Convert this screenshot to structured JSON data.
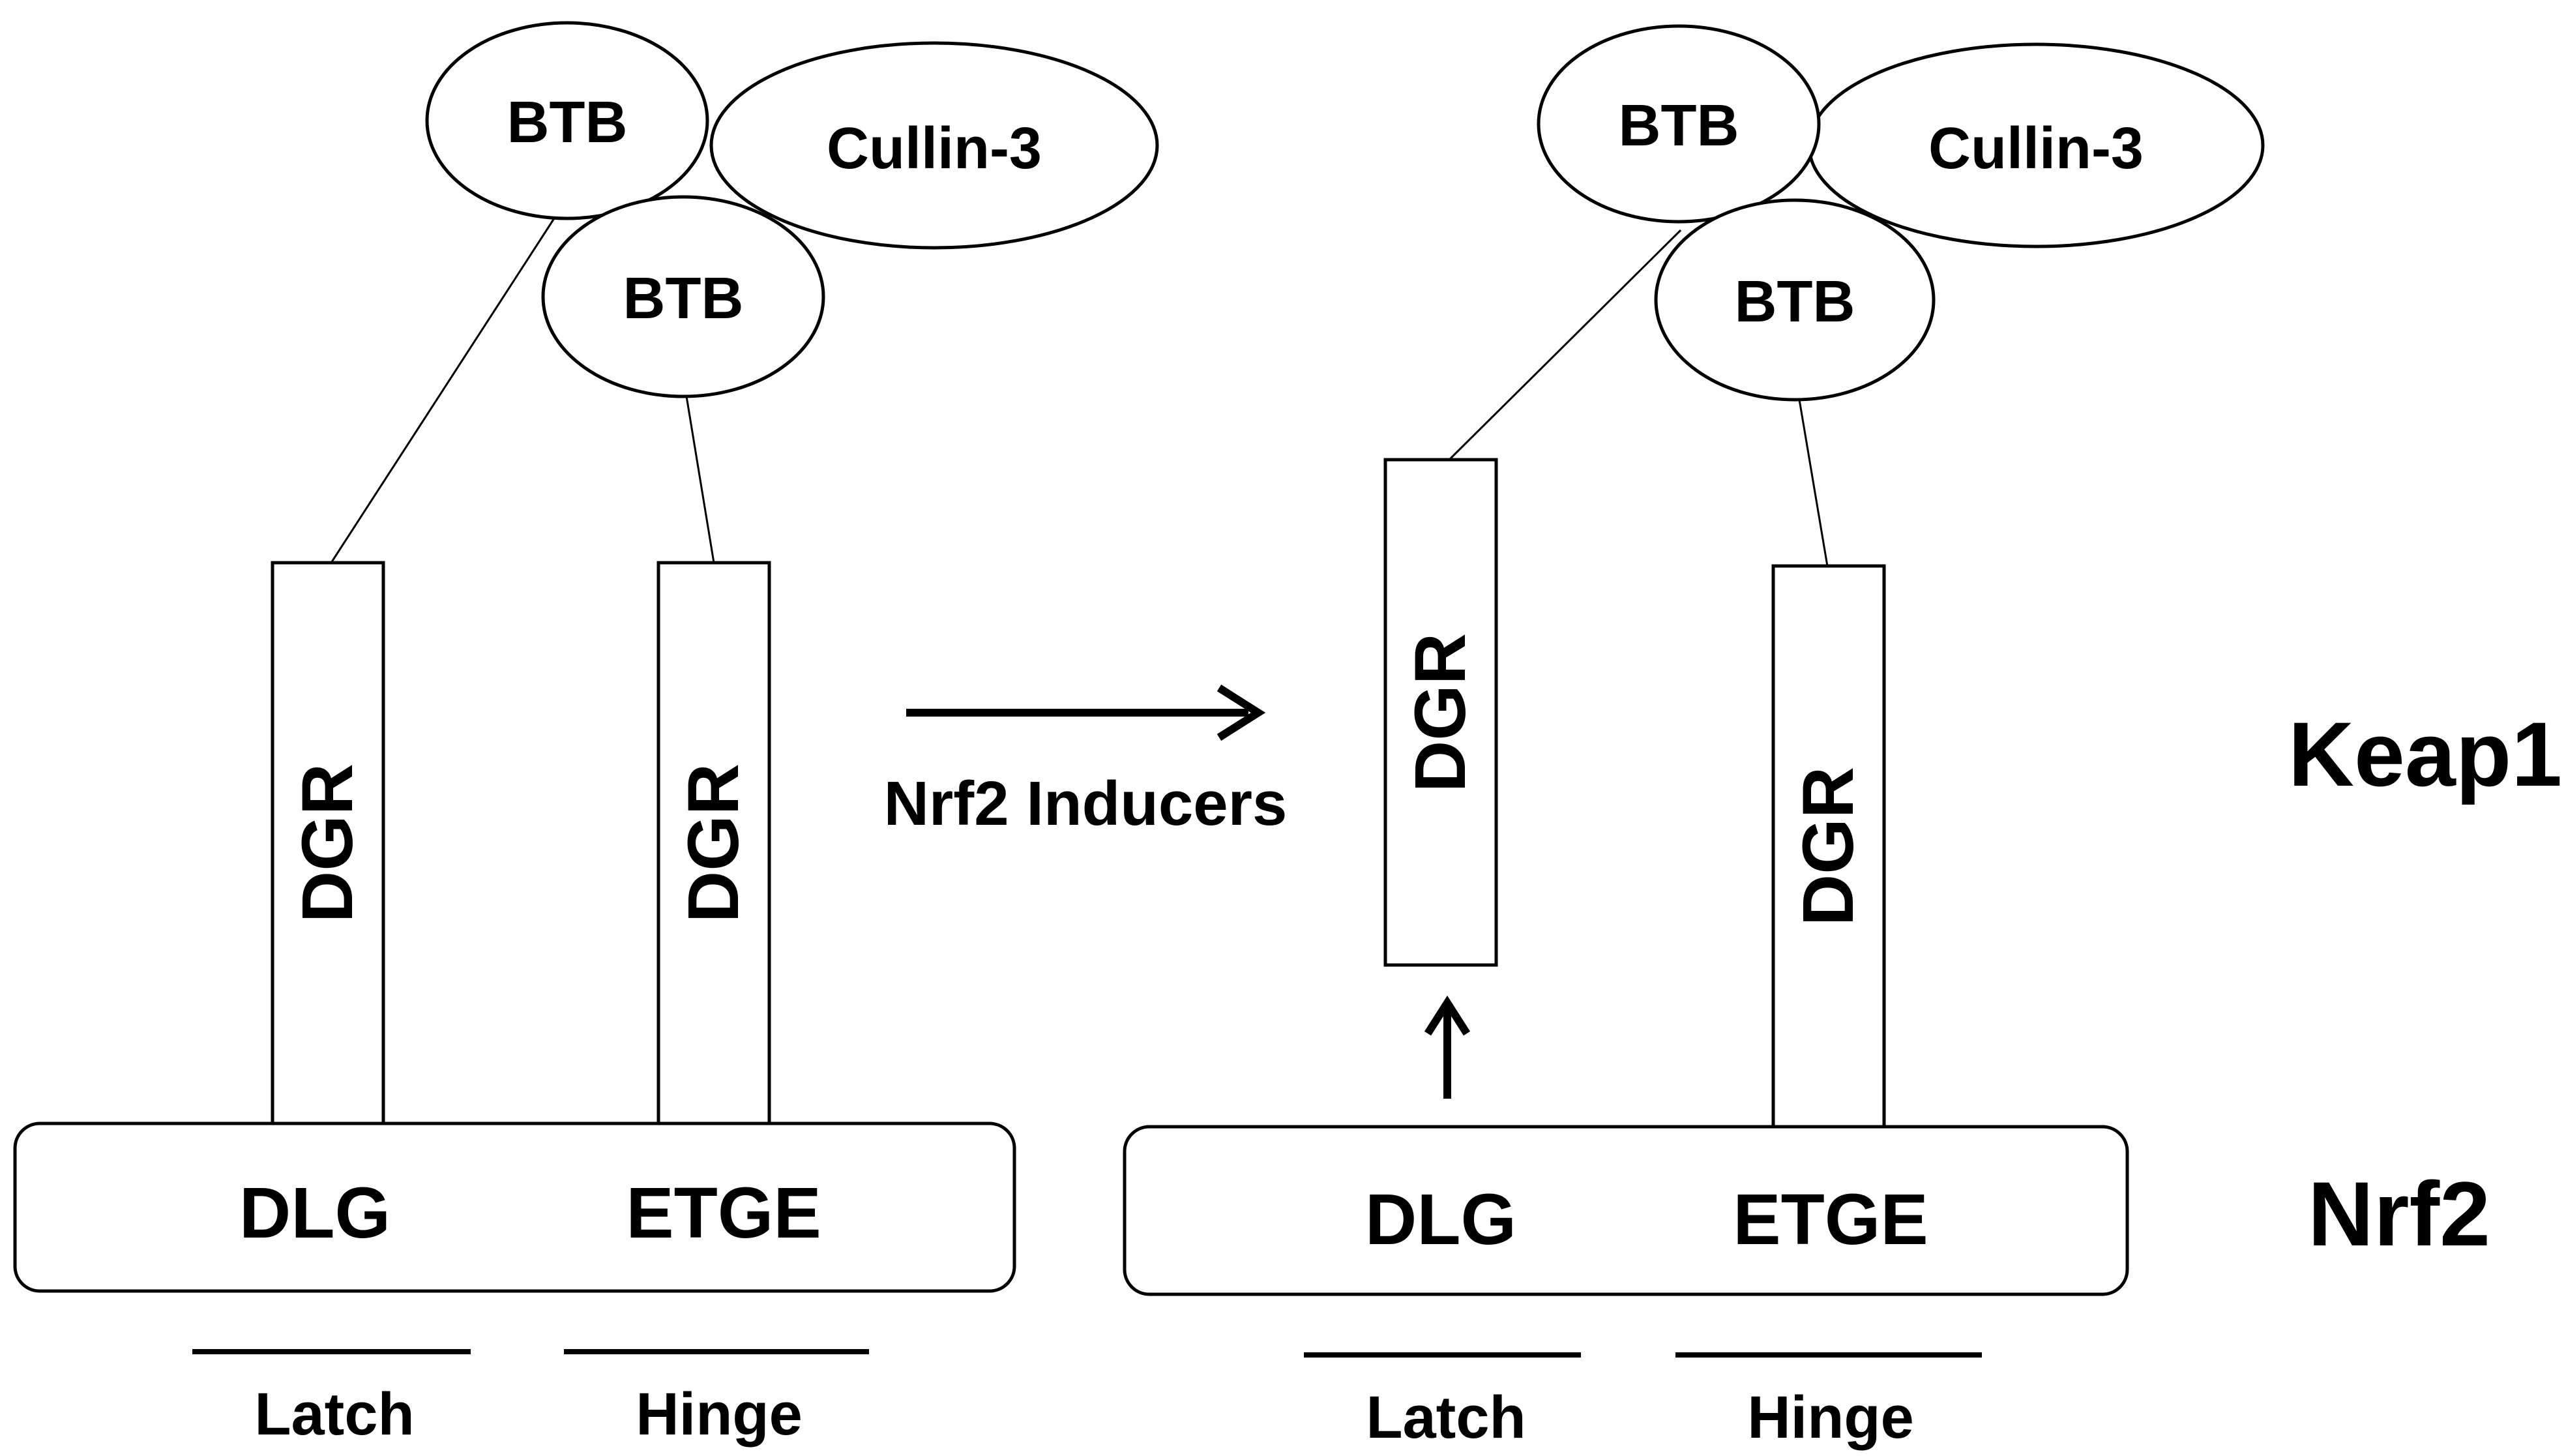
{
  "left_complex": {
    "btb_top": "BTB",
    "cullin": "Cullin-3",
    "btb_lower": "BTB",
    "dgr_left": "DGR",
    "dgr_right": "DGR",
    "nrf2_motif_left": "DLG",
    "nrf2_motif_right": "ETGE",
    "region_left": "Latch",
    "region_right": "Hinge"
  },
  "transition": {
    "label": "Nrf2 Inducers"
  },
  "right_complex": {
    "btb_top": "BTB",
    "cullin": "Cullin-3",
    "btb_lower": "BTB",
    "dgr_left": "DGR",
    "dgr_right": "DGR",
    "nrf2_motif_left": "DLG",
    "nrf2_motif_right": "ETGE",
    "region_left": "Latch",
    "region_right": "Hinge"
  },
  "side_labels": {
    "keap1": "Keap1",
    "nrf2": "Nrf2"
  }
}
